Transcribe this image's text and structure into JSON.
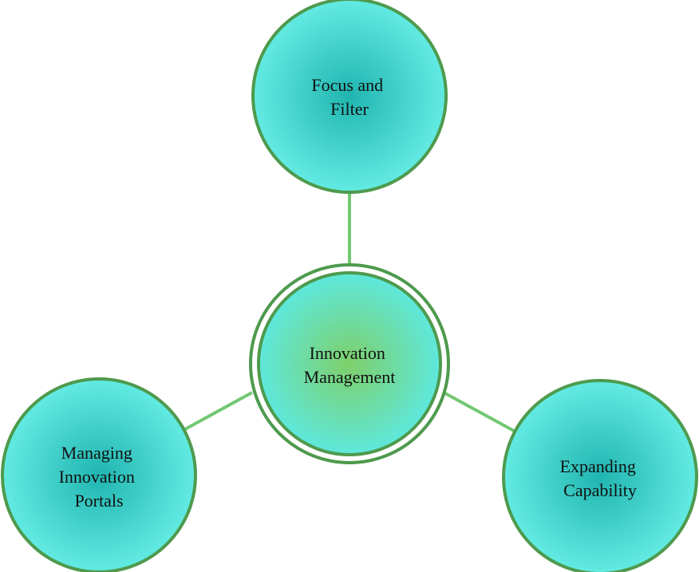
{
  "diagram": {
    "center": {
      "lines": [
        "Innovation",
        "Management"
      ]
    },
    "nodes": [
      {
        "id": "focus",
        "lines": [
          "Focus and",
          "Filter"
        ]
      },
      {
        "id": "managing",
        "lines": [
          "Managing",
          "Innovation",
          "Portals"
        ]
      },
      {
        "id": "expanding",
        "lines": [
          "Expanding",
          "Capability"
        ]
      }
    ]
  },
  "colors": {
    "outer_fill_center": "#20b5b0",
    "outer_fill_edge": "#62ebe2",
    "center_fill_center": "#7ecf6a",
    "center_fill_edge": "#5ee8dc",
    "stroke": "#4e9a4e",
    "connector": "#72c872"
  }
}
